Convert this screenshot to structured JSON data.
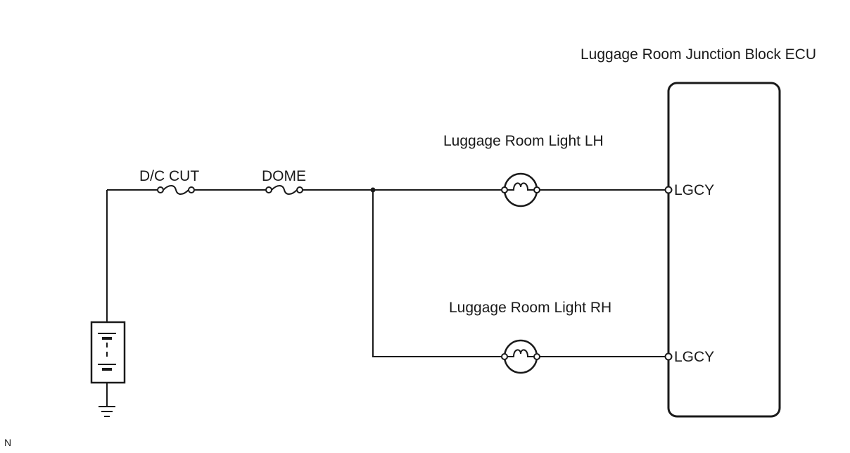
{
  "ecu": {
    "title": "Luggage Room Junction Block ECU",
    "pins": [
      "LGCY",
      "LGCY"
    ]
  },
  "fuses": [
    {
      "label": "D/C CUT"
    },
    {
      "label": "DOME"
    }
  ],
  "lights": [
    {
      "label": "Luggage Room Light LH"
    },
    {
      "label": "Luggage Room Light RH"
    }
  ],
  "corner_mark": "N"
}
